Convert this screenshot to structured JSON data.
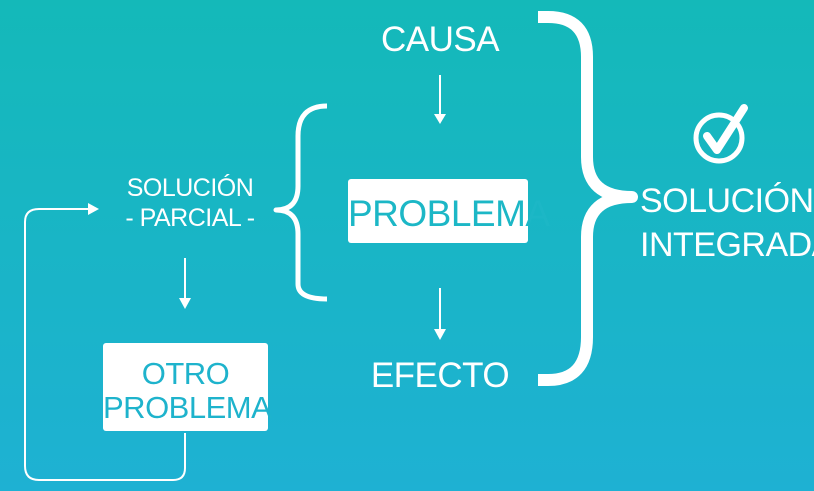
{
  "diagram": {
    "causa": "CAUSA",
    "problema": "PROBLEMA",
    "efecto": "EFECTO",
    "solucion_parcial": [
      "SOLUCIÓN",
      "- PARCIAL -"
    ],
    "otro_problema": [
      "OTRO",
      "PROBLEMA"
    ],
    "solucion_integrada": [
      "SOLUCIÓN",
      "INTEGRADA"
    ]
  },
  "colors": {
    "background_top": "#14b9b9",
    "background_bottom": "#1eb1d3",
    "foreground": "#ffffff",
    "box_text": "#1cb7c6"
  },
  "icons": [
    "check-circle-icon",
    "arrow-down-icon",
    "arrow-right-icon",
    "curly-brace-icon"
  ]
}
